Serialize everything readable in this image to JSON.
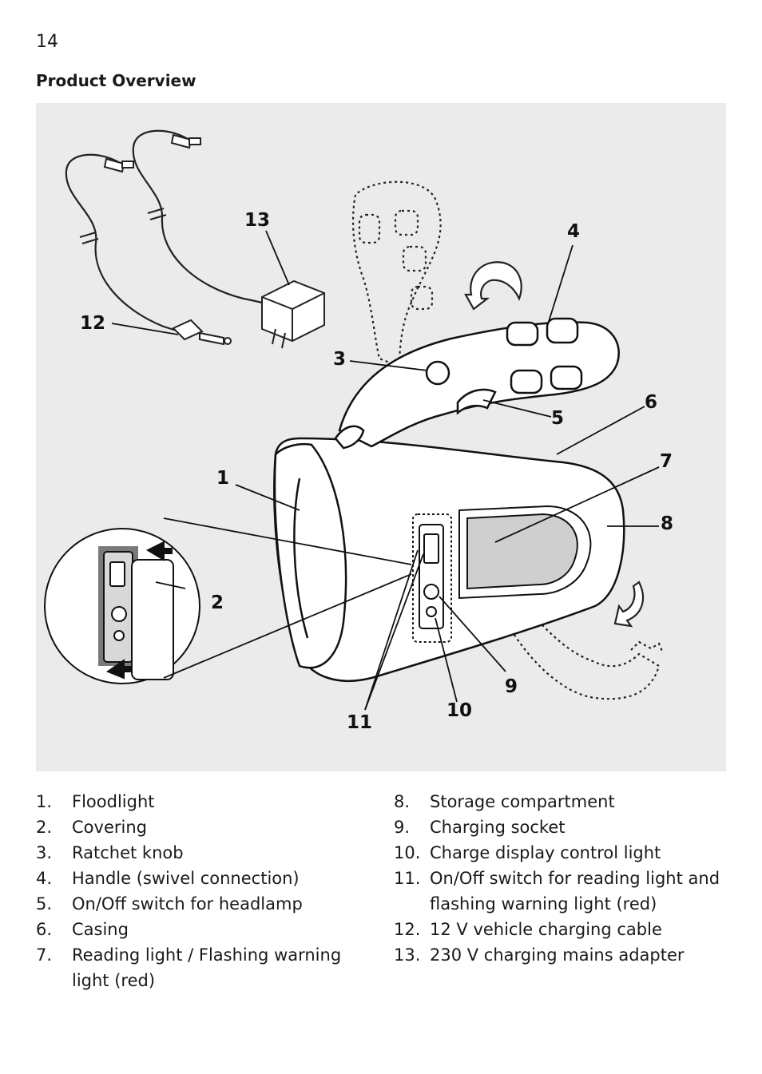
{
  "page": {
    "number": "14",
    "section_title": "Product Overview"
  },
  "figure": {
    "callouts": [
      "1",
      "2",
      "3",
      "4",
      "5",
      "6",
      "7",
      "8",
      "9",
      "10",
      "11",
      "12",
      "13"
    ]
  },
  "parts": [
    {
      "num": "1.",
      "label": "Floodlight"
    },
    {
      "num": "2.",
      "label": "Covering"
    },
    {
      "num": "3.",
      "label": "Ratchet knob"
    },
    {
      "num": "4.",
      "label": "Handle (swivel connection)"
    },
    {
      "num": "5.",
      "label": "On/Off switch for headlamp"
    },
    {
      "num": "6.",
      "label": "Casing"
    },
    {
      "num": "7.",
      "label": "Reading light / Flashing warning light (red)"
    },
    {
      "num": "8.",
      "label": "Storage compartment"
    },
    {
      "num": "9.",
      "label": "Charging socket"
    },
    {
      "num": "10.",
      "label": "Charge display control light"
    },
    {
      "num": "11.",
      "label": "On/Off switch for reading light and flashing warning light (red)"
    },
    {
      "num": "12.",
      "label": "12 V vehicle charging cable"
    },
    {
      "num": "13.",
      "label": "230 V charging mains adapter"
    }
  ]
}
